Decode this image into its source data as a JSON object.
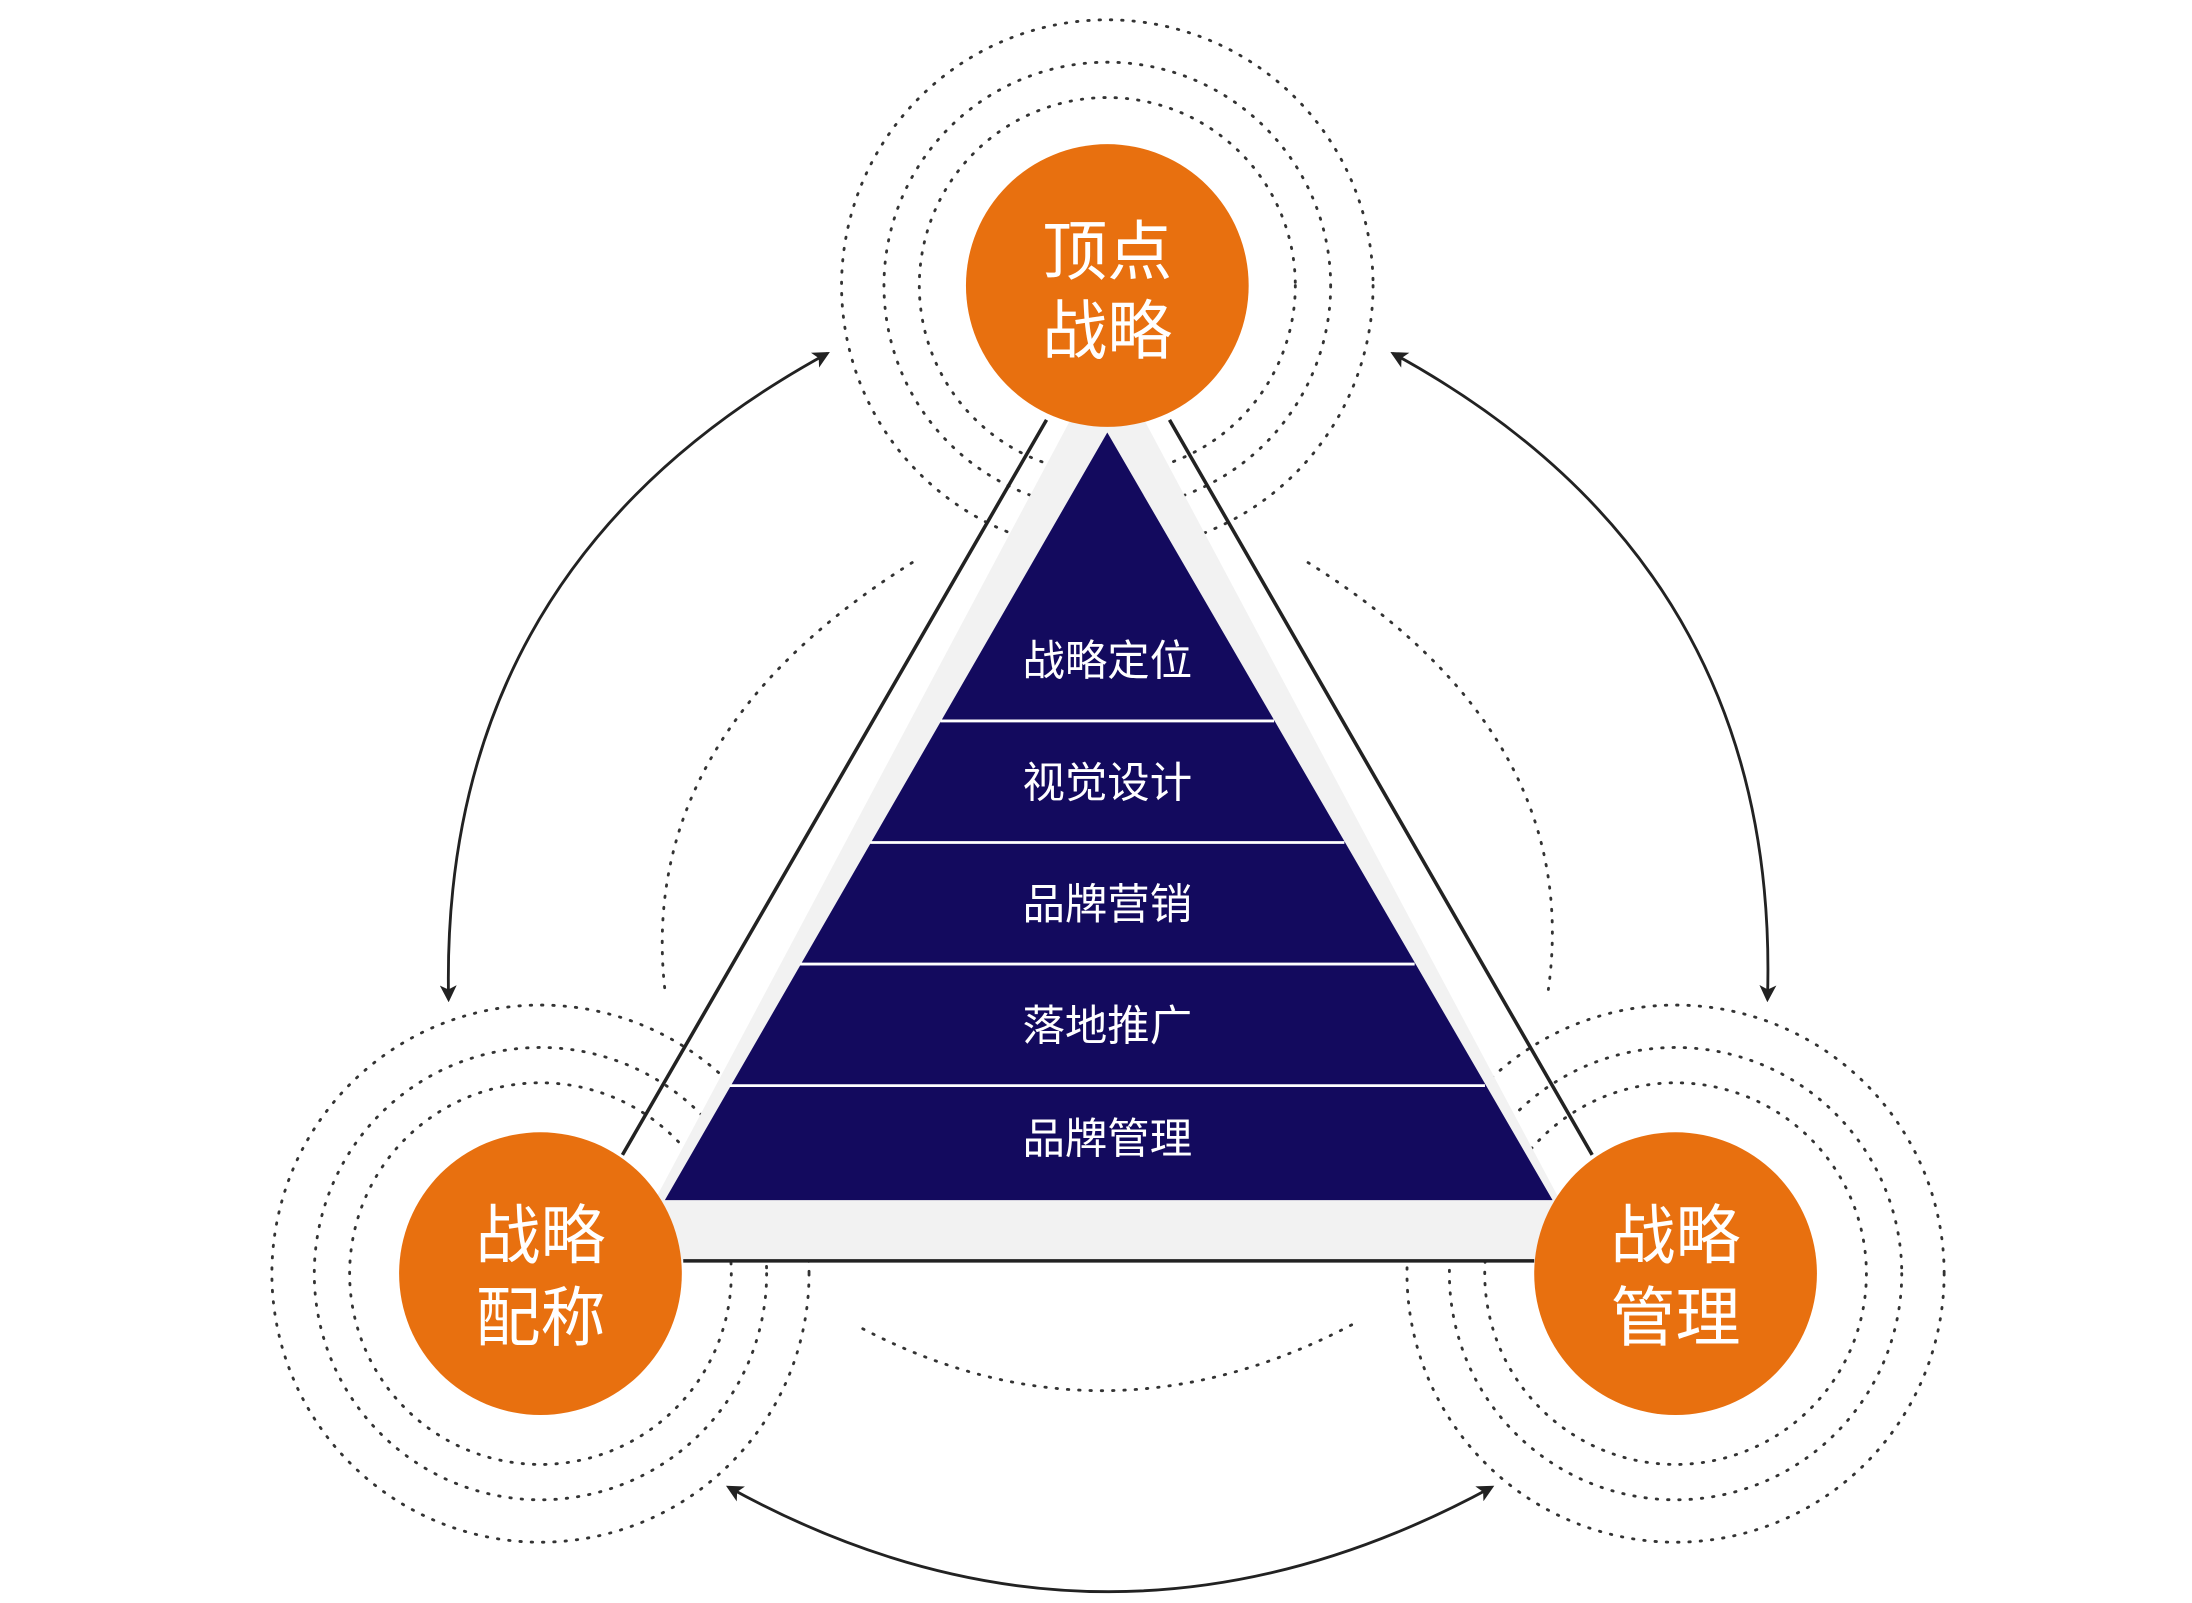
{
  "colors": {
    "node_fill": "#E8700F",
    "pyramid_fill": "#130A5E",
    "frame_fill": "#F2F2F2",
    "frame_stroke": "#222222",
    "arrow": "#222222",
    "dots": "#333333",
    "divider": "#ffffff"
  },
  "nodes": {
    "top": {
      "line1": "顶点",
      "line2": "战略"
    },
    "left": {
      "line1": "战略",
      "line2": "配称"
    },
    "right": {
      "line1": "战略",
      "line2": "管理"
    }
  },
  "pyramid": {
    "layers": [
      "战略定位",
      "视觉设计",
      "品牌营销",
      "落地推广",
      "品牌管理"
    ]
  },
  "connections": [
    {
      "from": "top",
      "to": "left",
      "bidirectional": true
    },
    {
      "from": "top",
      "to": "right",
      "bidirectional": true
    },
    {
      "from": "left",
      "to": "right",
      "bidirectional": true
    }
  ]
}
